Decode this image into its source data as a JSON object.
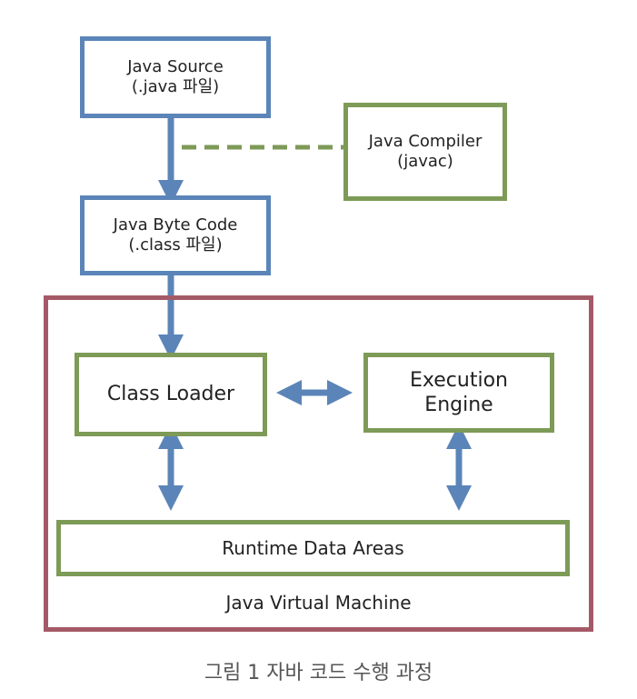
{
  "diagram": {
    "java_source": {
      "line1": "Java Source",
      "line2": "(.java 파일)"
    },
    "java_compiler": {
      "line1": "Java Compiler",
      "line2": "(javac)"
    },
    "java_byte_code": {
      "line1": "Java Byte Code",
      "line2": "(.class 파일)"
    },
    "class_loader": {
      "label": "Class Loader"
    },
    "execution_engine": {
      "line1": "Execution",
      "line2": "Engine"
    },
    "runtime_data_areas": {
      "label": "Runtime Data Areas"
    },
    "jvm": {
      "label": "Java Virtual Machine"
    }
  },
  "caption": "그림 1 자바 코드 수행 과정",
  "colors": {
    "blue": "#5b85b8",
    "green": "#7d9a57",
    "red": "#a45a66",
    "arrow": "#5b85b8",
    "dashed": "#7d9a57"
  }
}
